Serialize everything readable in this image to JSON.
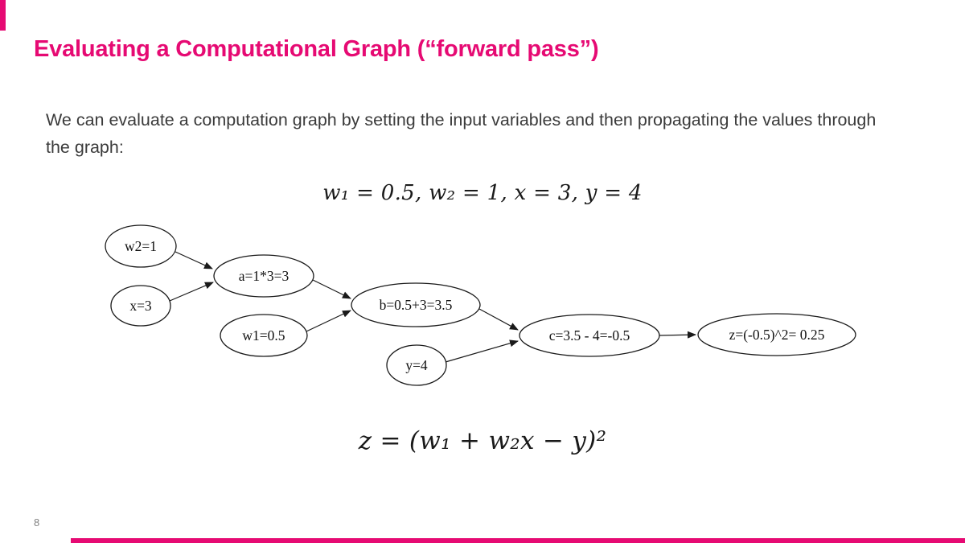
{
  "slide": {
    "title": "Evaluating a Computational Graph (“forward pass”)",
    "body_lines": [
      "We can evaluate a computation graph by setting the input variables and then propagating the values through",
      "the graph:"
    ],
    "formula_top": "w₁ = 0.5, w₂ = 1, x = 3, y = 4",
    "formula_bottom": "z = (w₁ + w₂x − y)²",
    "page_number": "8"
  },
  "colors": {
    "accent_pink": "#e60a73",
    "body_text": "#3b3b3b",
    "node_stroke": "#1a1a1a",
    "page_number_gray": "#828282"
  },
  "graph": {
    "nodes": [
      {
        "id": "w2",
        "label": "w2=1"
      },
      {
        "id": "x",
        "label": "x=3"
      },
      {
        "id": "a",
        "label": "a=1*3=3"
      },
      {
        "id": "w1",
        "label": "w1=0.5"
      },
      {
        "id": "b",
        "label": "b=0.5+3=3.5"
      },
      {
        "id": "y",
        "label": "y=4"
      },
      {
        "id": "c",
        "label": "c=3.5 - 4=-0.5"
      },
      {
        "id": "z",
        "label": "z=(-0.5)^2= 0.25"
      }
    ],
    "edges": [
      {
        "from": "w2",
        "to": "a"
      },
      {
        "from": "x",
        "to": "a"
      },
      {
        "from": "a",
        "to": "b"
      },
      {
        "from": "w1",
        "to": "b"
      },
      {
        "from": "b",
        "to": "c"
      },
      {
        "from": "y",
        "to": "c"
      },
      {
        "from": "c",
        "to": "z"
      }
    ]
  }
}
